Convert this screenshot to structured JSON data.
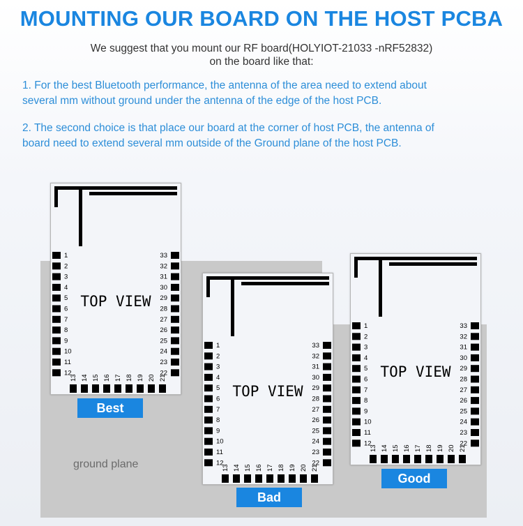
{
  "header": {
    "title": "MOUNTING OUR BOARD ON THE HOST PCBA",
    "intro_line1": "We suggest that you mount our RF board(HOLYIOT-21033 -nRF52832)",
    "intro_line2": "on the board like that:"
  },
  "points": [
    {
      "line1": "1. For the best Bluetooth performance, the antenna of the area need to extend about",
      "line2": "several mm without ground under the antenna of the edge of the host PCB."
    },
    {
      "line1": "2. The second choice is that place our board at the corner of host PCB, the antenna of",
      "line2": "board need to extend several mm outside of the Ground plane of the host PCB."
    }
  ],
  "ground_label": "ground plane",
  "module": {
    "view_label": "TOP VIEW",
    "left_pins": [
      "1",
      "2",
      "3",
      "4",
      "5",
      "6",
      "7",
      "8",
      "9",
      "10",
      "11",
      "12"
    ],
    "right_pins": [
      "33",
      "32",
      "31",
      "30",
      "29",
      "28",
      "27",
      "26",
      "25",
      "24",
      "23",
      "22"
    ],
    "bottom_pins": [
      "13",
      "14",
      "15",
      "16",
      "17",
      "18",
      "19",
      "20",
      "21"
    ]
  },
  "placements": [
    {
      "id": "best",
      "label": "Best"
    },
    {
      "id": "bad",
      "label": "Bad"
    },
    {
      "id": "good",
      "label": "Good"
    }
  ],
  "colors": {
    "accent": "#1a86e0",
    "ground": "#c9c9c9",
    "pad": "#000000"
  }
}
